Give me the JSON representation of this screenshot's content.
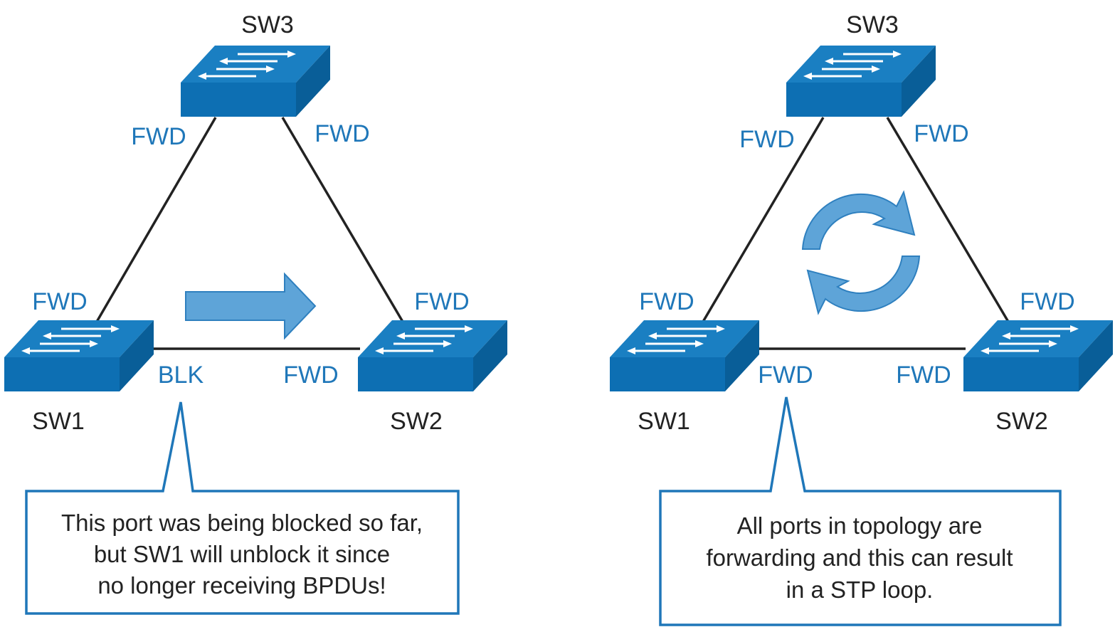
{
  "colors": {
    "switch_front": "#0d6fb3",
    "switch_top": "#1a7fc2",
    "switch_side": "#095e98",
    "port_label": "#1f77b9",
    "callout_border": "#1f77b9",
    "arrow_fill": "#5ea4d8",
    "link_line": "#222222"
  },
  "icons": {
    "switch": "layer2-switch-icon",
    "flow_arrow": "right-arrow-icon",
    "loop": "circular-loop-icon"
  },
  "left_diagram": {
    "sw3": {
      "name": "SW3",
      "port_left": "FWD",
      "port_right": "FWD"
    },
    "sw1": {
      "name": "SW1",
      "port_up": "FWD",
      "port_right": "BLK"
    },
    "sw2": {
      "name": "SW2",
      "port_up": "FWD",
      "port_left": "FWD"
    },
    "callout": {
      "line1": "This port was being blocked so far,",
      "line2": "but SW1 will unblock it since",
      "line3": "no longer receiving BPDUs!"
    }
  },
  "right_diagram": {
    "sw3": {
      "name": "SW3",
      "port_left": "FWD",
      "port_right": "FWD"
    },
    "sw1": {
      "name": "SW1",
      "port_up": "FWD",
      "port_right": "FWD"
    },
    "sw2": {
      "name": "SW2",
      "port_up": "FWD",
      "port_left": "FWD"
    },
    "callout": {
      "line1": "All ports in topology are",
      "line2": "forwarding and this can result",
      "line3": "in a STP loop."
    }
  }
}
